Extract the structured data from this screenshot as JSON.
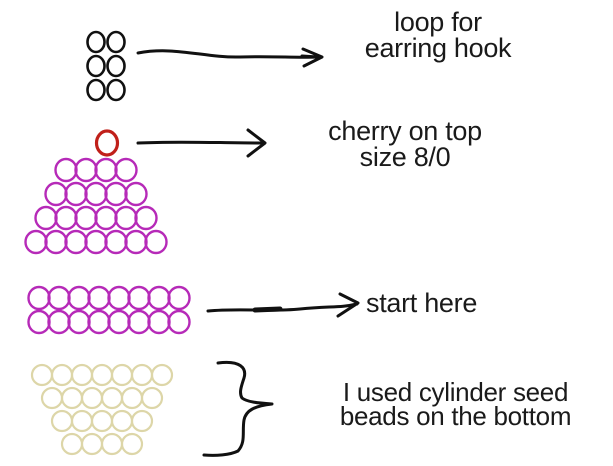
{
  "labels": {
    "loop_line1": "loop for",
    "loop_line2": "earring hook",
    "cherry_line1": "cherry on top",
    "cherry_line2": "size 8/0",
    "start": "start here",
    "bottom_line1": "I used cylinder seed",
    "bottom_line2": "beads on the bottom"
  },
  "bead_groups": [
    {
      "name": "loop",
      "color": "#111111",
      "row_counts": [
        2,
        2,
        2
      ]
    },
    {
      "name": "cherry",
      "color": "#c0201a",
      "row_counts": [
        1
      ]
    },
    {
      "name": "top",
      "color": "#b62ab8",
      "row_counts": [
        4,
        5,
        6,
        7
      ]
    },
    {
      "name": "start",
      "color": "#b62ab8",
      "row_counts": [
        8,
        8
      ]
    },
    {
      "name": "bottom",
      "color": "#ddd6a8",
      "row_counts": [
        7,
        6,
        5,
        4
      ]
    }
  ],
  "colors": {
    "ink": "#111111",
    "text": "#1a1a1a",
    "background": "#ffffff"
  }
}
